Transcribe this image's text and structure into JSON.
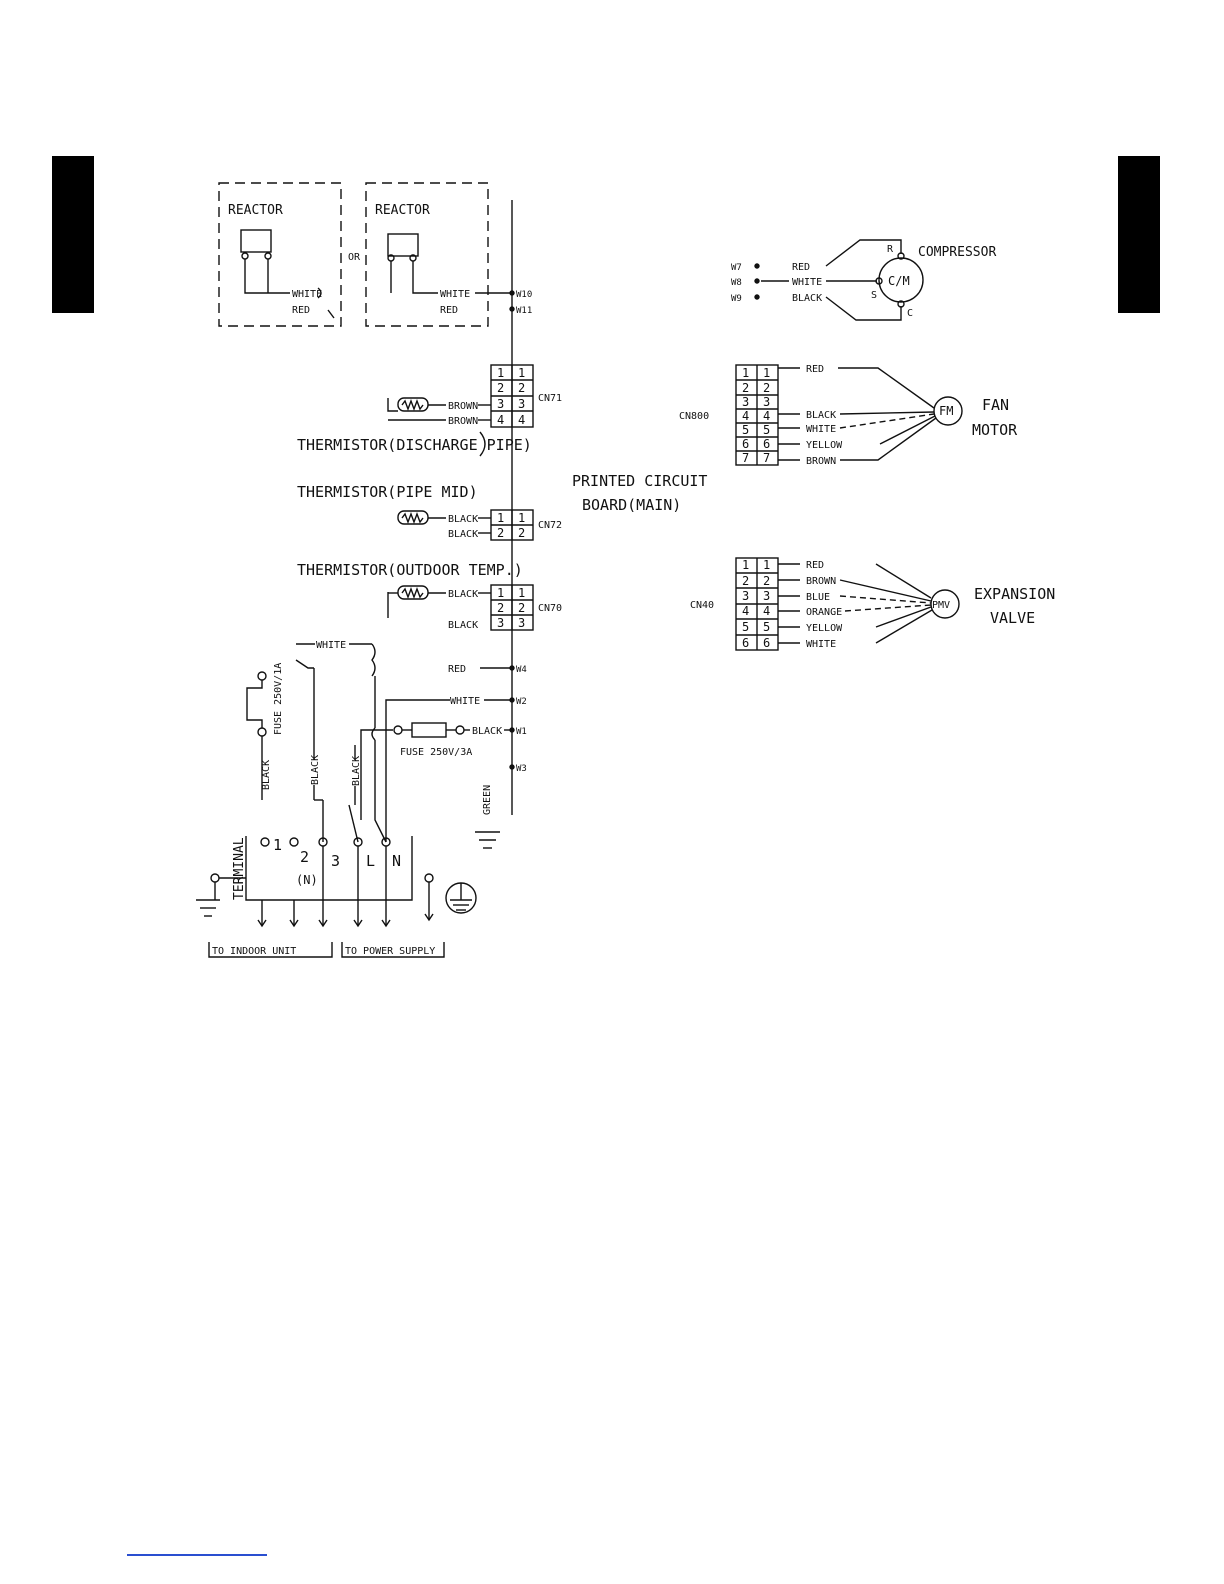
{
  "reactor_box_1": {
    "title": "REACTOR",
    "white": "WHITE",
    "red": "RED"
  },
  "or_label": "OR",
  "reactor_box_2": {
    "title": "REACTOR",
    "white": "WHITE",
    "red": "RED"
  },
  "reactor_terminals": [
    "W10",
    "W11"
  ],
  "pcb_label": [
    "PRINTED CIRCUIT",
    "BOARD(MAIN)"
  ],
  "cn71": {
    "label": "CN71",
    "pins": [
      "1",
      "2",
      "3",
      "4"
    ],
    "wires": [
      "BROWN",
      "BROWN"
    ],
    "thermistor": "THERMISTOR(DISCHARGE PIPE)"
  },
  "cn72": {
    "label": "CN72",
    "pins": [
      "1",
      "2"
    ],
    "wires": [
      "BLACK",
      "BLACK"
    ],
    "thermistor": "THERMISTOR(PIPE MID)"
  },
  "cn70": {
    "label": "CN70",
    "pins": [
      "1",
      "2",
      "3"
    ],
    "wires": [
      "BLACK",
      "BLACK"
    ],
    "thermistor": "THERMISTOR(OUTDOOR TEMP.)"
  },
  "main_terminals": {
    "w4": "W4",
    "w2": "W2",
    "w1": "W1",
    "w3": "W3",
    "w4_wire": "RED",
    "w2_wire": "WHITE",
    "w1_wire": "BLACK",
    "w3_wire": "GREEN"
  },
  "fuse_1": "FUSE 250V/1A",
  "fuse_2": "FUSE 250V/3A",
  "power_wiring": {
    "white": "WHITE",
    "black_1": "BLACK",
    "black_2": "BLACK",
    "black_3": "BLACK"
  },
  "terminal": {
    "label": "TERMINAL",
    "positions": [
      "1",
      "2",
      "3",
      "L",
      "N"
    ],
    "sub": "(N)"
  },
  "to_indoor": "TO INDOOR UNIT",
  "to_power": "TO POWER SUPPLY",
  "compressor": {
    "label": "COMPRESSOR",
    "symbol": "C/M",
    "terminals": [
      "W7",
      "W8",
      "W9"
    ],
    "wires": [
      "RED",
      "WHITE",
      "BLACK"
    ],
    "winding": [
      "R",
      "S",
      "C"
    ]
  },
  "fan_motor": {
    "connector": "CN800",
    "pins": [
      "1",
      "2",
      "3",
      "4",
      "5",
      "6",
      "7"
    ],
    "wires": [
      "RED",
      "BLACK",
      "WHITE",
      "YELLOW",
      "BROWN"
    ],
    "symbol": "FM",
    "label": [
      "FAN",
      "MOTOR"
    ]
  },
  "expansion_valve": {
    "connector": "CN40",
    "pins": [
      "1",
      "2",
      "3",
      "4",
      "5",
      "6"
    ],
    "wires": [
      "RED",
      "BROWN",
      "BLUE",
      "ORANGE",
      "YELLOW",
      "WHITE"
    ],
    "symbol": "PMV",
    "label": [
      "EXPANSION",
      "VALVE"
    ]
  }
}
